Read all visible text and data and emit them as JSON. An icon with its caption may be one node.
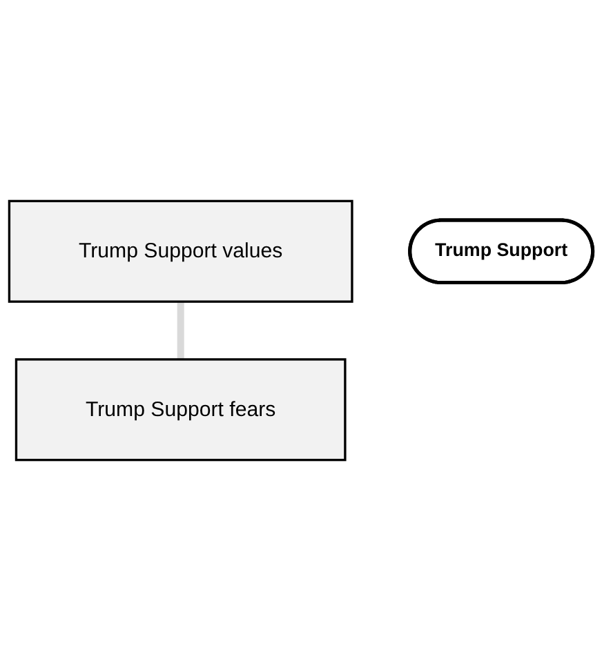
{
  "diagram": {
    "nodes": [
      {
        "text": [
          "Trump Support values"
        ]
      },
      {
        "text": [
          "Trump Support"
        ]
      },
      {
        "text": [
          "Trump Support fears"
        ]
      }
    ],
    "edges": [
      {
        "from": 0,
        "to": 2,
        "arrow": "none",
        "color": "#d9d9d9"
      }
    ]
  }
}
